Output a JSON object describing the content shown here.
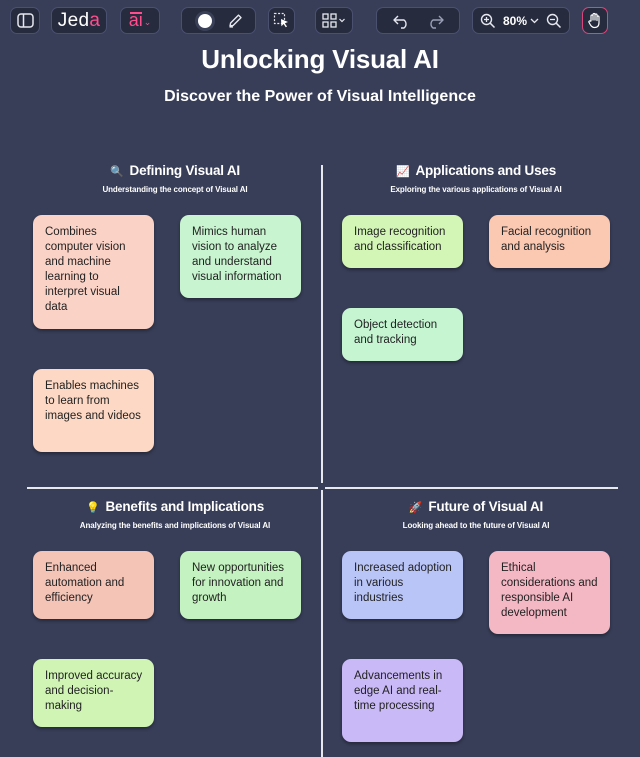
{
  "toolbar": {
    "logo_main": "Jed",
    "logo_accent": "a",
    "ai_label": "ai",
    "zoom": "80%",
    "icons": {
      "sidebar": "sidebar-toggle-icon",
      "shape": "circle-icon",
      "pencil": "pencil-icon",
      "select": "select-pointer-icon",
      "layout": "layout-grid-icon",
      "undo": "undo-icon",
      "redo": "redo-icon",
      "zoom_in": "zoom-in-icon",
      "zoom_out": "zoom-out-icon",
      "hand": "hand-icon"
    },
    "accent_color": "#ff4d8d"
  },
  "title": "Unlocking Visual AI",
  "subtitle": "Discover the Power of Visual Intelligence",
  "sections": [
    {
      "emoji": "🔍",
      "title": "Defining Visual AI",
      "subtitle": "Understanding the concept of Visual AI",
      "cards": [
        {
          "text": "Combines computer vision and machine learning to interpret visual data",
          "color": "#fbd2c6"
        },
        {
          "text": "Mimics human vision to analyze and understand visual information",
          "color": "#c8f4d0"
        },
        {
          "text": "Enables machines to learn from images and videos",
          "color": "#fdd8c4"
        }
      ]
    },
    {
      "emoji": "📈",
      "title": "Applications and Uses",
      "subtitle": "Exploring the various applications of Visual AI",
      "cards": [
        {
          "text": "Image recognition and classification",
          "color": "#d3f6b7"
        },
        {
          "text": "Facial recognition and analysis",
          "color": "#fbc9b2"
        },
        {
          "text": "Object detection and tracking",
          "color": "#c6f5d2"
        }
      ]
    },
    {
      "emoji": "💡",
      "title": "Benefits and Implications",
      "subtitle": "Analyzing the benefits and implications of Visual AI",
      "cards": [
        {
          "text": "Enhanced automation and efficiency",
          "color": "#f4c4b7"
        },
        {
          "text": "New opportunities for innovation and growth",
          "color": "#c4f2c0"
        },
        {
          "text": "Improved accuracy and decision-making",
          "color": "#cff4b4"
        }
      ]
    },
    {
      "emoji": "🚀",
      "title": "Future of Visual AI",
      "subtitle": "Looking ahead to the future of Visual AI",
      "cards": [
        {
          "text": "Increased adoption in various industries",
          "color": "#b9c4f7"
        },
        {
          "text": "Ethical considerations and responsible AI development",
          "color": "#f4b8c4"
        },
        {
          "text": "Advancements in edge AI and real-time processing",
          "color": "#c9b9f6"
        }
      ]
    }
  ]
}
